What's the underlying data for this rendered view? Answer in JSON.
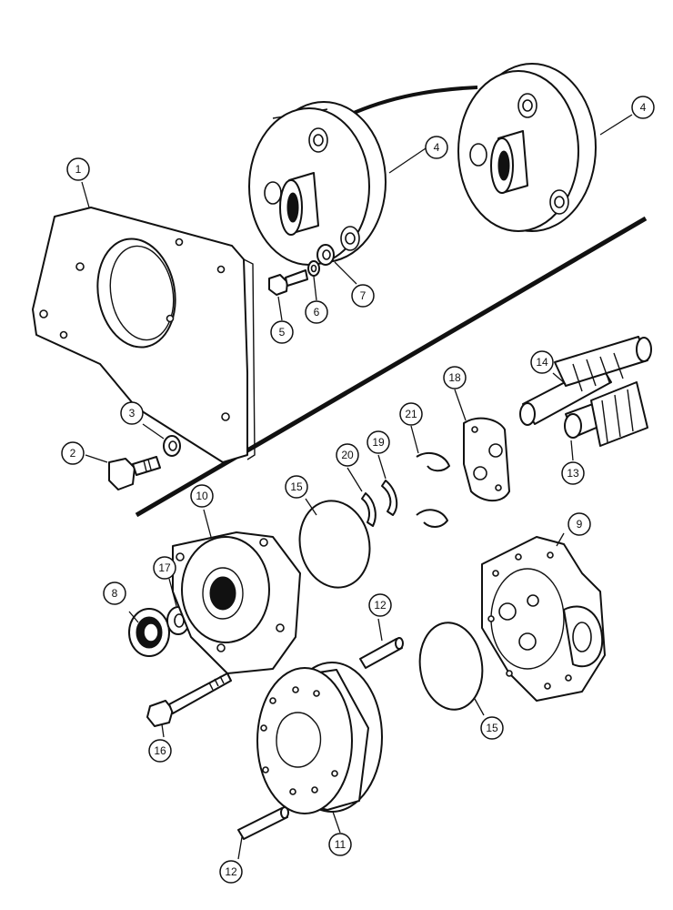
{
  "callouts": {
    "c1": "1",
    "c2": "2",
    "c3": "3",
    "c4a": "4",
    "c4b": "4",
    "c5": "5",
    "c6": "6",
    "c7": "7",
    "c8": "8",
    "c9": "9",
    "c10": "10",
    "c11": "11",
    "c12a": "12",
    "c12b": "12",
    "c13": "13",
    "c14": "14",
    "c15a": "15",
    "c15b": "15",
    "c16": "16",
    "c17": "17",
    "c18": "18",
    "c19": "19",
    "c20": "20",
    "c21": "21"
  },
  "colors": {
    "line": "#111111",
    "paper": "#ffffff"
  }
}
